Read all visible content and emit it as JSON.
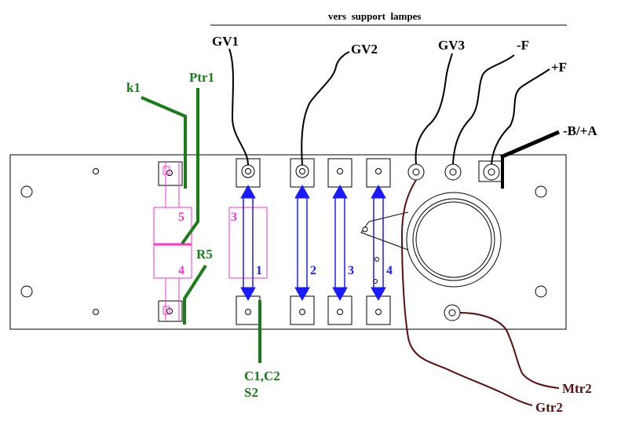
{
  "header": {
    "text": "vers  support  lampes"
  },
  "colors": {
    "black": "#000000",
    "green": "#1a7d1a",
    "magenta": "#ff33cc",
    "blue": "#1a1aff",
    "brown": "#5a0f0f"
  },
  "labels": {
    "gv1": "GV1",
    "gv2": "GV2",
    "gv3": "GV3",
    "minus_f": "-F",
    "plus_f": "+F",
    "minus_b_plus_a": "-B/+A",
    "k1": "k1",
    "ptr1": "Ptr1",
    "r5": "R5",
    "c1c2": "C1,C2",
    "s2": "S2",
    "mtr2": "Mtr2",
    "gtr2": "Gtr2"
  },
  "component_numbers": {
    "magenta_top": "5",
    "magenta_bottom": "4",
    "sleeve_top": "3",
    "tube1": "1",
    "tube2": "2",
    "tube3": "3",
    "tube4": "4"
  }
}
